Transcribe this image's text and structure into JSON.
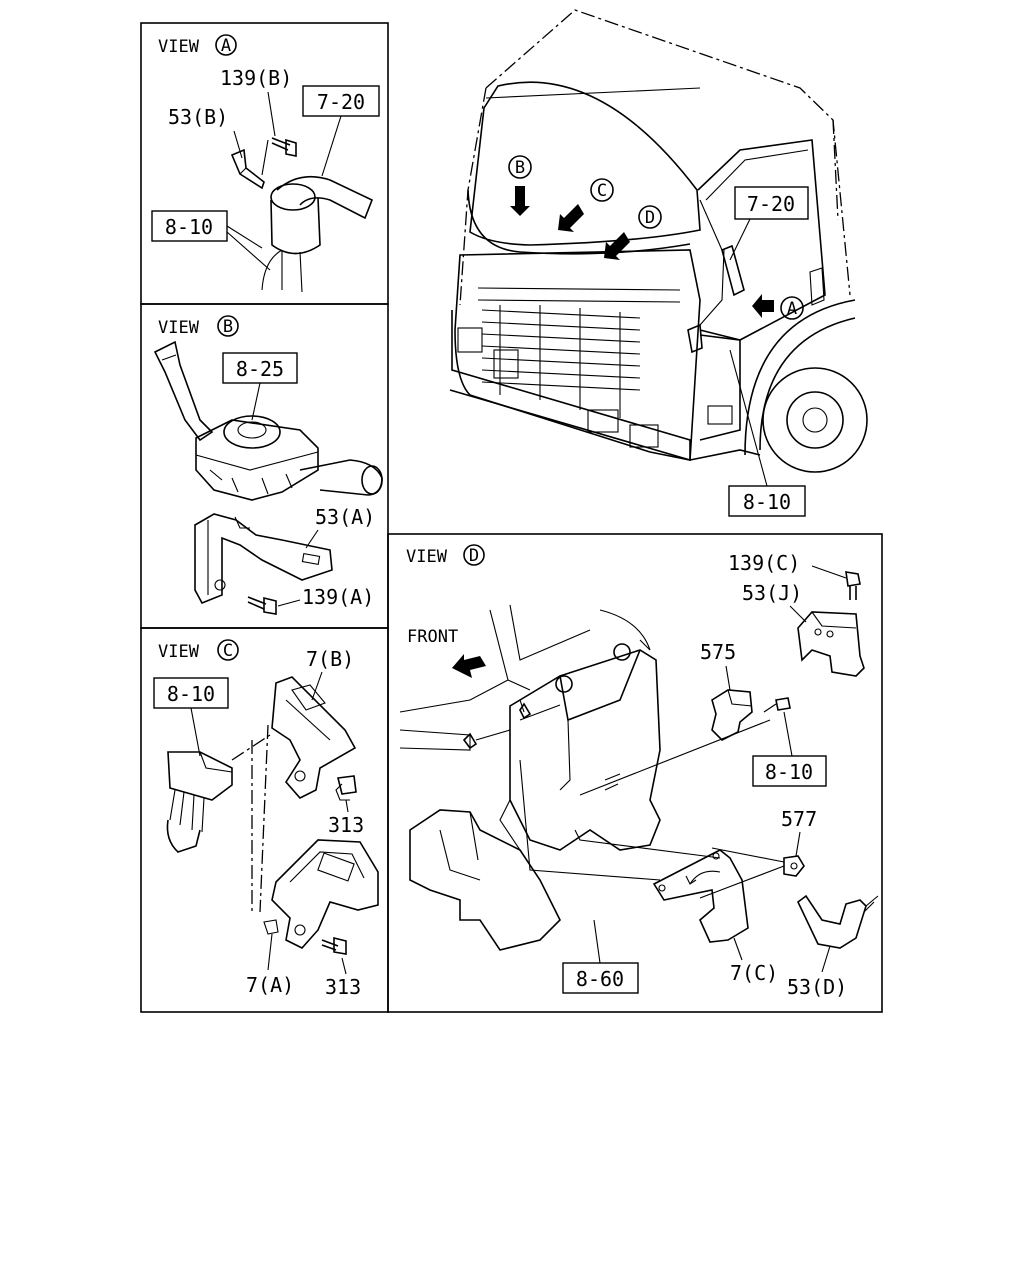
{
  "views": {
    "a": {
      "prefix": "VIEW",
      "letter": "A"
    },
    "b": {
      "prefix": "VIEW",
      "letter": "B"
    },
    "c": {
      "prefix": "VIEW",
      "letter": "C"
    },
    "d": {
      "prefix": "VIEW",
      "letter": "D"
    }
  },
  "truck": {
    "arrow_b": "B",
    "arrow_c": "C",
    "arrow_d": "D",
    "arrow_a": "A",
    "ref_7_20": "7-20",
    "ref_8_10": "8-10"
  },
  "panel_a": {
    "p139b": "139(B)",
    "p53b": "53(B)",
    "ref_7_20": "7-20",
    "ref_8_10": "8-10"
  },
  "panel_b": {
    "ref_8_25": "8-25",
    "p53a": "53(A)",
    "p139a": "139(A)"
  },
  "panel_c": {
    "ref_8_10": "8-10",
    "p7b": "7(B)",
    "p313_top": "313",
    "p7a": "7(A)",
    "p313_bottom": "313"
  },
  "panel_d": {
    "front": "FRONT",
    "p139c": "139(C)",
    "p53j": "53(J)",
    "p575": "575",
    "ref_8_10": "8-10",
    "p577": "577",
    "ref_8_60": "8-60",
    "p7c": "7(C)",
    "p53d": "53(D)"
  }
}
